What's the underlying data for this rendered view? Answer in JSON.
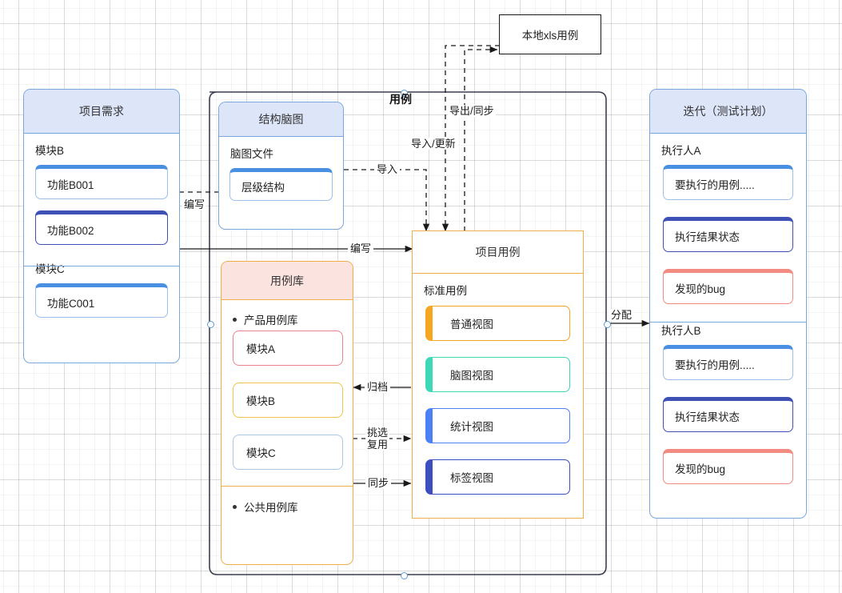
{
  "diagram": {
    "title_group": "用例",
    "panels": {
      "requirements": {
        "header": "项目需求",
        "sections": [
          {
            "label": "模块B",
            "items": [
              "功能B001",
              "功能B002"
            ]
          },
          {
            "label": "模块C",
            "items": [
              "功能C001"
            ]
          }
        ]
      },
      "mindmap": {
        "header": "结构脑图",
        "section_label": "脑图文件",
        "items": [
          "层级结构"
        ]
      },
      "case_library": {
        "header": "用例库",
        "group_product": "产品用例库",
        "modules": [
          "模块A",
          "模块B",
          "模块C"
        ],
        "group_public": "公共用例库"
      },
      "project_cases": {
        "header": "项目用例",
        "section_label": "标准用例",
        "views": [
          "普通视图",
          "脑图视图",
          "统计视图",
          "标签视图"
        ]
      },
      "local_xls": {
        "label": "本地xls用例"
      },
      "iteration": {
        "header": "迭代（测试计划）",
        "executors": [
          {
            "label": "执行人A",
            "items": [
              "要执行的用例.....",
              "执行结果状态",
              "发现的bug"
            ]
          },
          {
            "label": "执行人B",
            "items": [
              "要执行的用例.....",
              "执行结果状态",
              "发现的bug"
            ]
          }
        ]
      }
    },
    "edge_labels": {
      "write_to_mindmap": "编写",
      "import_mindmap": "导入",
      "write_to_cases": "编写",
      "export_sync": "导出/同步",
      "import_update": "导入/更新",
      "archive": "归档",
      "pick_reuse_line1": "挑选",
      "pick_reuse_line2": "复用",
      "sync": "同步",
      "assign": "分配"
    },
    "colors": {
      "header_blue_fill": "#dde5f8",
      "header_blue_border": "#7ba7dd",
      "header_pink_fill": "#fbe4e0",
      "orange_border": "#f0ad4e",
      "blue_bar": "#4a90e2",
      "indigo_bar": "#3f51b5",
      "red_bar": "#f28b82",
      "view_orange": "#f5a623",
      "view_teal": "#3dd8b5",
      "view_blue": "#4d7ff5",
      "view_indigo": "#3d4fbf",
      "module_red": "#e8858f",
      "module_yellow": "#f2c14e",
      "module_blue": "#a8c8e8"
    }
  }
}
